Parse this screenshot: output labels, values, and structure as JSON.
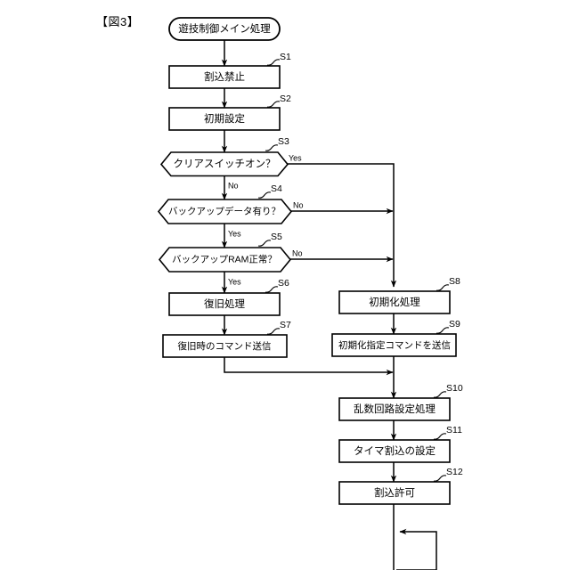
{
  "figure": {
    "label": "【図3】",
    "title": "遊技制御メイン処理"
  },
  "nodes": [
    {
      "id": "start",
      "step": "",
      "type": "terminal",
      "label": "遊技制御メイン処理"
    },
    {
      "id": "s1",
      "step": "S1",
      "type": "process",
      "label": "割込禁止"
    },
    {
      "id": "s2",
      "step": "S2",
      "type": "process",
      "label": "初期設定"
    },
    {
      "id": "s3",
      "step": "S3",
      "type": "decision",
      "label": "クリアスイッチオン？"
    },
    {
      "id": "s4",
      "step": "S4",
      "type": "decision",
      "label": "バックアップデータ有り？"
    },
    {
      "id": "s5",
      "step": "S5",
      "type": "decision",
      "label": "バックアップRAM正常？"
    },
    {
      "id": "s6",
      "step": "S6",
      "type": "process",
      "label": "復旧処理"
    },
    {
      "id": "s7",
      "step": "S7",
      "type": "process",
      "label": "復旧時のコマンド送信"
    },
    {
      "id": "s8",
      "step": "S8",
      "type": "process",
      "label": "初期化処理"
    },
    {
      "id": "s9",
      "step": "S9",
      "type": "process",
      "label": "初期化指定コマンドを送信"
    },
    {
      "id": "s10",
      "step": "S10",
      "type": "process",
      "label": "乱数回路設定処理"
    },
    {
      "id": "s11",
      "step": "S11",
      "type": "process",
      "label": "タイマ割込の設定"
    },
    {
      "id": "s12",
      "step": "S12",
      "type": "process",
      "label": "割込許可"
    }
  ],
  "branches": {
    "s3_yes": "Yes",
    "s3_no": "No",
    "s4_no": "No",
    "s4_yes": "Yes",
    "s5_no": "No",
    "s5_yes": "Yes"
  },
  "colors": {
    "stroke": "#000000",
    "fill": "#ffffff",
    "background": "#ffffff"
  }
}
